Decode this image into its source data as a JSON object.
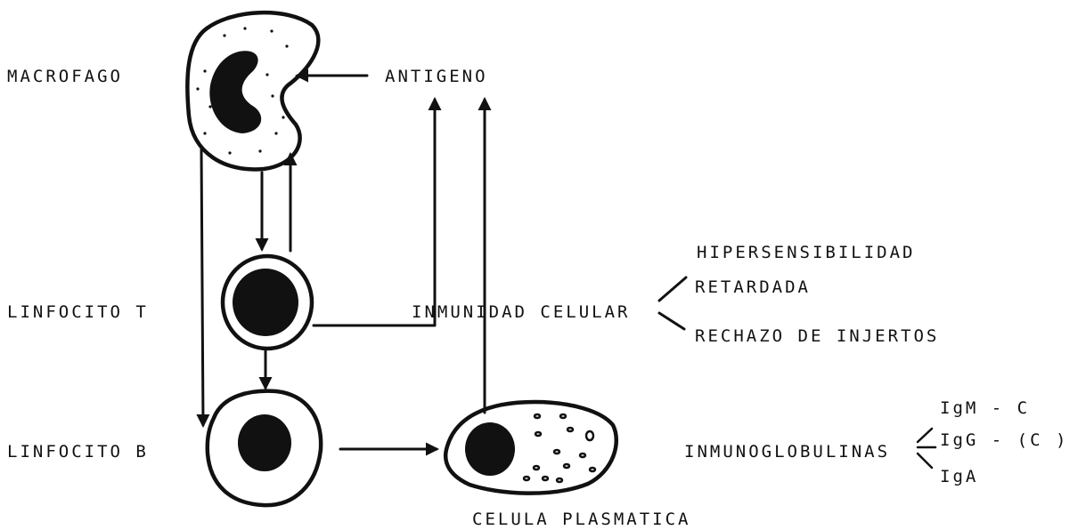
{
  "labels": {
    "macrofago": "MACROFAGO",
    "antigeno": "ANTIGENO",
    "linfocito_t": "LINFOCITO T",
    "linfocito_b": "LINFOCITO B",
    "inmunidad_celular": "INMUNIDAD CELULAR",
    "hipersensibilidad": "HIPERSENSIBILIDAD",
    "retardada": "RETARDADA",
    "rechazo": "RECHAZO DE INJERTOS",
    "inmunoglobulinas": "INMUNOGLOBULINAS",
    "igm": "IgM - C",
    "igg": "IgG - (C )",
    "iga": "IgA",
    "celula_plasmatica": "CELULA PLASMATICA"
  }
}
